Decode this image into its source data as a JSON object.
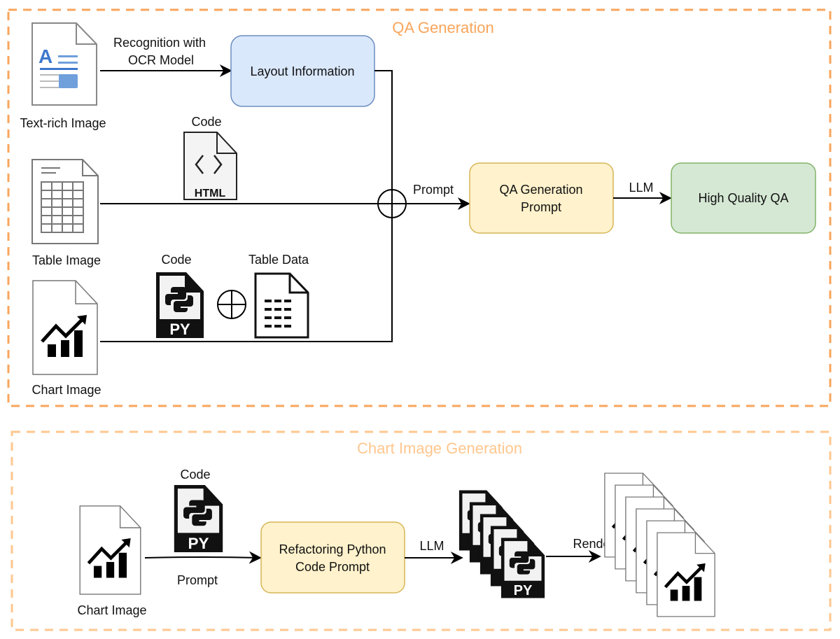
{
  "qa_section": {
    "title": "QA Generation",
    "border_color": "#F9A55C",
    "inputs": {
      "text_rich_label": "Text-rich Image",
      "table_label": "Table Image",
      "chart_label": "Chart Image"
    },
    "ocr_edge_label_line1": "Recognition with",
    "ocr_edge_label_line2": "OCR Model",
    "layout_box": {
      "label": "Layout Information",
      "fill": "#DAE8FC",
      "stroke": "#6C8EBF"
    },
    "html_code_label": "Code",
    "html_icon_text": "HTML",
    "py_code_label": "Code",
    "py_icon_text": "PY",
    "table_data_label": "Table Data",
    "prompt_edge_label": "Prompt",
    "qa_prompt_box": {
      "line1": "QA Generation",
      "line2": "Prompt",
      "fill": "#FFF2CC",
      "stroke": "#D6B656"
    },
    "llm_edge_label": "LLM",
    "output_box": {
      "label": "High Quality QA",
      "fill": "#D5E8D4",
      "stroke": "#82B366"
    }
  },
  "chart_section": {
    "title": "Chart Image Generation",
    "border_color": "#FFC78F",
    "code_label": "Code",
    "py_icon_text": "PY",
    "chart_label": "Chart Image",
    "prompt_edge_label": "Prompt",
    "refactor_box": {
      "line1": "Refactoring Python",
      "line2": "Code Prompt",
      "fill": "#FFF2CC",
      "stroke": "#D6B656"
    },
    "llm_edge_label": "LLM",
    "render_edge_label": "Render"
  }
}
